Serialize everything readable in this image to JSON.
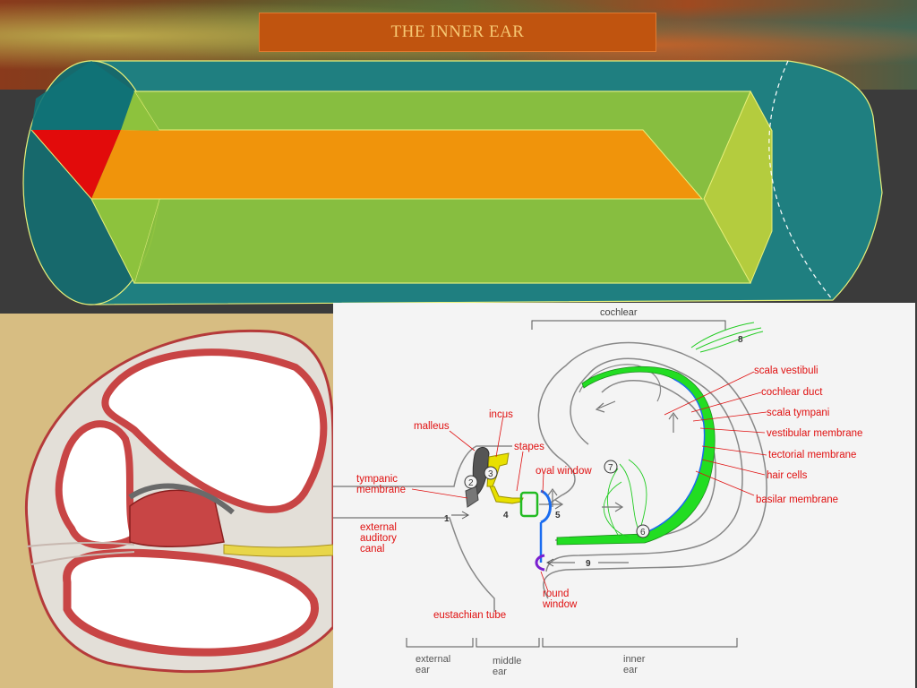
{
  "slide": {
    "title": "THE INNER EAR"
  },
  "diagram": {
    "top_label": "cochlear",
    "section_labels": {
      "external": [
        "external",
        "ear"
      ],
      "middle": [
        "middle",
        "ear"
      ],
      "inner": [
        "inner",
        "ear"
      ]
    },
    "labels_left": {
      "malleus": "malleus",
      "incus": "incus",
      "stapes": "stapes",
      "oval_window": "oval window",
      "tympanic_membrane": [
        "tympanic",
        "membrane"
      ],
      "external_auditory_canal": [
        "external",
        "auditory",
        "canal"
      ],
      "eustachian_tube": "eustachian tube",
      "round_window": [
        "round",
        "window"
      ]
    },
    "labels_right": [
      "scala vestibuli",
      "cochlear duct",
      "scala tympani",
      "vestibular membrane",
      "tectorial membrane",
      "hair cells",
      "basilar membrane"
    ],
    "numbers": [
      "1",
      "2",
      "3",
      "4",
      "5",
      "6",
      "7",
      "8",
      "9"
    ],
    "colors": {
      "label_red": "#e01010",
      "basilar_green": "#22dd22",
      "ossicle_yellow": "#e8e000",
      "window_blue": "#1a6cf0",
      "round_window_purple": "#7a20d0"
    }
  },
  "cylinder": {
    "colors": {
      "teal": "#1f7f80",
      "green": "#8dc23d",
      "orange": "#f0940b",
      "red": "#e20b0b"
    }
  }
}
